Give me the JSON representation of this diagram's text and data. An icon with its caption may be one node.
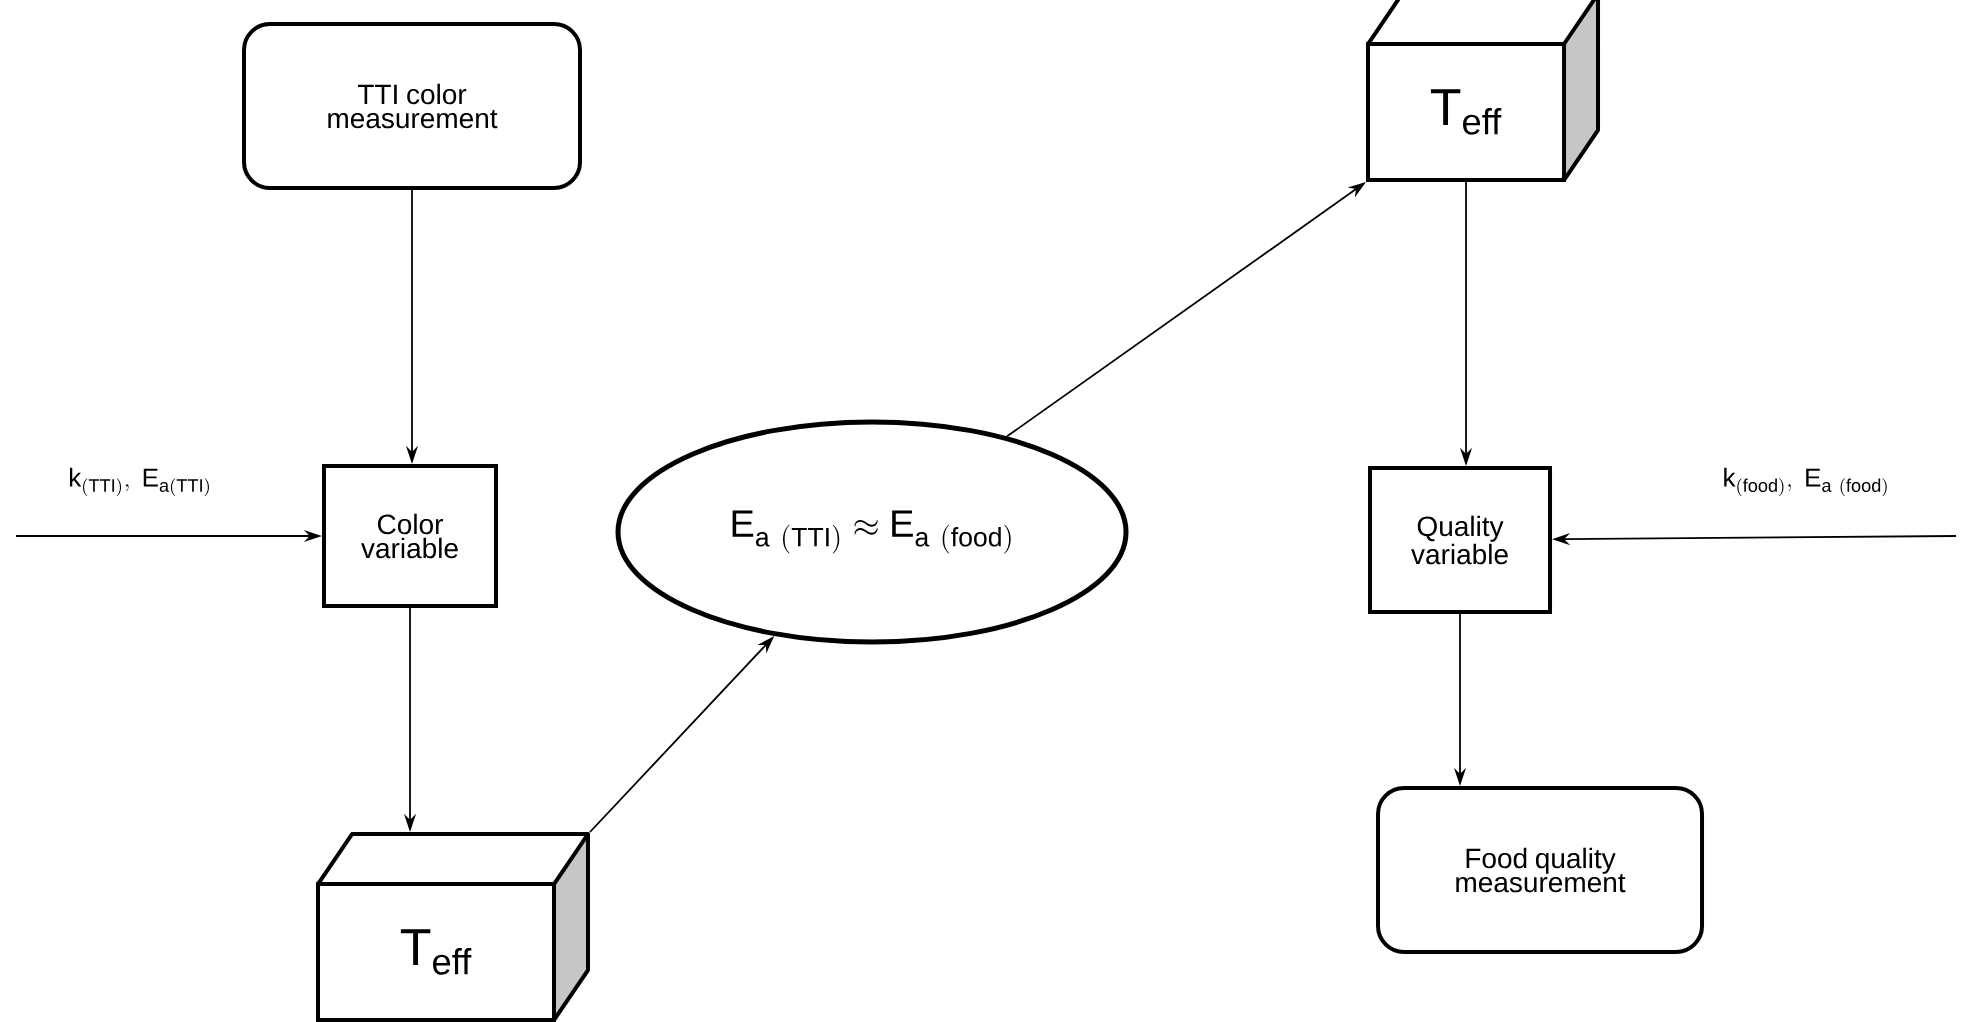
{
  "diagram": {
    "nodes": [
      {
        "text": [
          "TTI color measurement"
        ]
      },
      {
        "text": [
          "Color variable"
        ]
      },
      {
        "text": [
          "T$_{eff}$"
        ]
      },
      {
        "text": [
          "\\mathrm{E}_{\\mathrm{a\\ (TTI)}} \\approx \\mathrm{E}_{\\mathrm{a\\ (food)}}"
        ]
      },
      {
        "text": [
          "T$_{eff}$"
        ]
      },
      {
        "text": [
          "Quality variable"
        ]
      },
      {
        "text": [
          "Food quality measurement"
        ]
      }
    ],
    "edges": [
      {
        "from": 0,
        "to": 1,
        "arrow": "to"
      },
      {
        "from": 1,
        "to": 2,
        "arrow": "to"
      },
      {
        "from": 2,
        "to": 3,
        "arrow": "to"
      },
      {
        "from": 3,
        "to": 4,
        "arrow": "to"
      },
      {
        "from": 4,
        "to": 5,
        "arrow": "to"
      },
      {
        "from": 5,
        "to": 6,
        "arrow": "to"
      },
      {
        "from": null,
        "to": 1,
        "arrow": "to"
      },
      {
        "from": null,
        "to": 5,
        "arrow": "to"
      }
    ],
    "labels": [
      "\\mathrm{k}_{\\mathrm{(TTI)}},\\ \\mathrm{E}_{\\mathrm{a(TTI)}}",
      "\\mathrm{k}_{\\mathrm{(food)}},\\ \\mathrm{E}_{\\mathrm{a\\ (food)}}"
    ]
  }
}
